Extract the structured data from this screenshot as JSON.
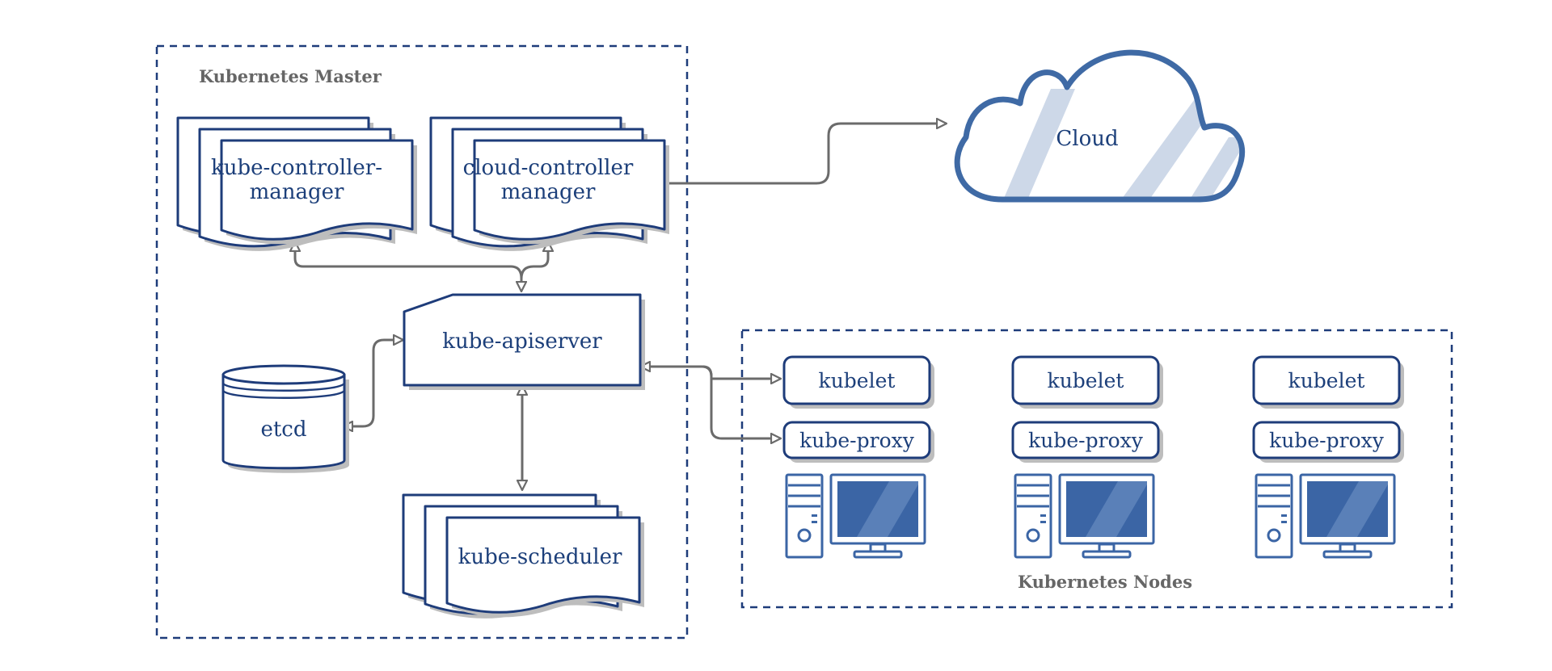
{
  "master": {
    "title": "Kubernetes Master"
  },
  "nodes_group": {
    "title": "Kubernetes Nodes"
  },
  "cloud": {
    "label": "Cloud"
  },
  "components": {
    "kube_controller_manager": {
      "line1": "kube-controller-",
      "line2": "manager"
    },
    "cloud_controller_manager": {
      "line1": "cloud-controller",
      "line2": "manager"
    },
    "kube_apiserver": "kube-apiserver",
    "etcd": "etcd",
    "kube_scheduler": "kube-scheduler"
  },
  "nodes": [
    {
      "kubelet": "kubelet",
      "proxy": "kube-proxy"
    },
    {
      "kubelet": "kubelet",
      "proxy": "kube-proxy"
    },
    {
      "kubelet": "kubelet",
      "proxy": "kube-proxy"
    }
  ],
  "colors": {
    "outline": "#1e3c7a",
    "text": "#1c3f7a",
    "label": "#666666",
    "connector": "#6b6b6b",
    "cloud_stroke": "#3f6aa5",
    "monitor_fill": "#3b65a5"
  }
}
